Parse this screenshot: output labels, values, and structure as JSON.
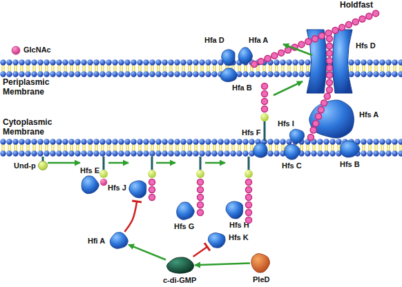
{
  "diagram": {
    "nodes": [
      {
        "text": [
          "Hfa D"
        ]
      },
      {
        "text": [
          "Hfa A"
        ]
      },
      {
        "text": [
          "Hfs D"
        ]
      },
      {
        "text": [
          "Hfa B"
        ]
      },
      {
        "text": [
          "Hfs I"
        ]
      },
      {
        "text": [
          "Hfs F"
        ]
      },
      {
        "text": [
          "Hfs C"
        ]
      },
      {
        "text": [
          "Hfs A"
        ]
      },
      {
        "text": [
          "Hfs B"
        ]
      },
      {
        "text": [
          "Und-p"
        ]
      },
      {
        "text": [
          "Hfs E"
        ]
      },
      {
        "text": [
          "Hfs J"
        ]
      },
      {
        "text": [
          "Hfs G"
        ]
      },
      {
        "text": [
          "Hfs H"
        ]
      },
      {
        "text": [
          "Hfi A"
        ]
      },
      {
        "text": [
          "Hfs K"
        ]
      },
      {
        "text": [
          "c-di-GMP"
        ]
      },
      {
        "text": [
          "PleD"
        ]
      }
    ],
    "edges": [
      {
        "from": 9,
        "to": 10,
        "arrow": "to"
      },
      {
        "from": 10,
        "to": 11,
        "arrow": "to"
      },
      {
        "from": 11,
        "to": 12,
        "arrow": "to"
      },
      {
        "from": 12,
        "to": 13,
        "arrow": "to"
      },
      {
        "from": 14,
        "to": 11,
        "arrow": "none"
      },
      {
        "from": 16,
        "to": 14,
        "arrow": "to"
      },
      {
        "from": 16,
        "to": 15,
        "arrow": "none"
      },
      {
        "from": 17,
        "to": 16,
        "arrow": "to"
      }
    ],
    "labels": [
      "Holdfast",
      "Periplasmic Membrane",
      "Cytoplasmic Membrane"
    ],
    "legend": [
      {
        "text": "GlcNAc"
      }
    ]
  }
}
